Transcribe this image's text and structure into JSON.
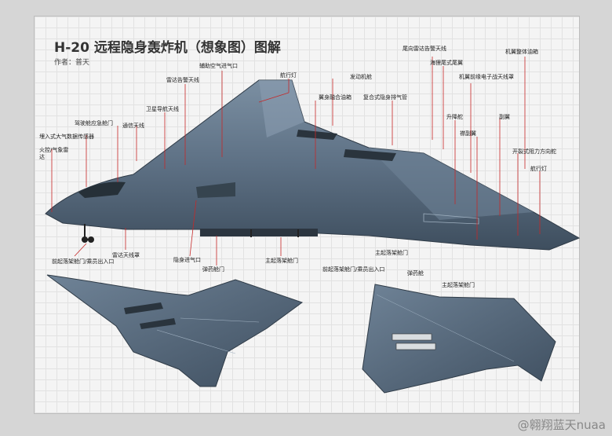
{
  "title": "H-20 远程隐身轰炸机（想象图）图解",
  "author": "作者：普天",
  "watermark": "@翱翔蓝天nuaa",
  "labels": {
    "aux_intake": "辅助空气进气口",
    "nav_light_top": "航行灯",
    "tail_radar_warning": "尾向雷达告警天线",
    "wing_fuel": "机翼整体油箱",
    "radar_warning": "雷达告警天线",
    "engine_bay": "发动机舱",
    "tailless_wing": "海狸尾式尾翼",
    "wing_le_ew": "机翼前缘电子战天线罩",
    "satnav": "卫星导航天线",
    "blended_fuel": "翼身融合油箱",
    "stealth_exhaust": "复合式隐身排气管",
    "cockpit_hatch": "驾驶舱应急舱门",
    "comm_antenna": "通信天线",
    "elevon": "升降舵",
    "aileron": "副翼",
    "air_data": "埋入式大气数据传感器",
    "fire_radar": "火控/气象雷达",
    "inner_elevon": "襟副翼",
    "split_rudder": "开裂式阻力方向舵",
    "nav_light_right": "航行灯",
    "radome": "雷达天线罩",
    "stealth_intake": "隐身进气口",
    "bomb_bay_door": "弹药舱门",
    "main_gear_door": "主起落架舱门",
    "nose_gear_door": "前起落架舱门/乘员出入口",
    "main_gear_door_2": "主起落架舱门",
    "nose_gear_door_2": "前起落架舱门/乘员出入口",
    "bomb_bay": "弹药舱",
    "main_gear_door_3": "主起落架舱门"
  }
}
